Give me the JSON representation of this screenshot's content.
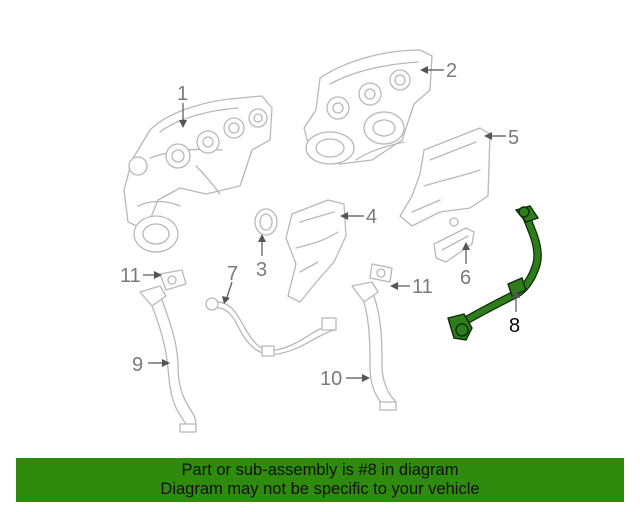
{
  "callouts": {
    "c1": "1",
    "c2": "2",
    "c3": "3",
    "c4": "4",
    "c5": "5",
    "c6": "6",
    "c7": "7",
    "c8": "8",
    "c9": "9",
    "c10": "10",
    "c11a": "11",
    "c11b": "11"
  },
  "highlight_part": "8",
  "footer": {
    "line1": "Part or sub-assembly is #8 in diagram",
    "line2": "Diagram may not be specific to your vehicle"
  },
  "colors": {
    "highlight": "#2e7d1a",
    "footer_background": "#2e8b0e",
    "line_art": "#b8b8b8"
  }
}
